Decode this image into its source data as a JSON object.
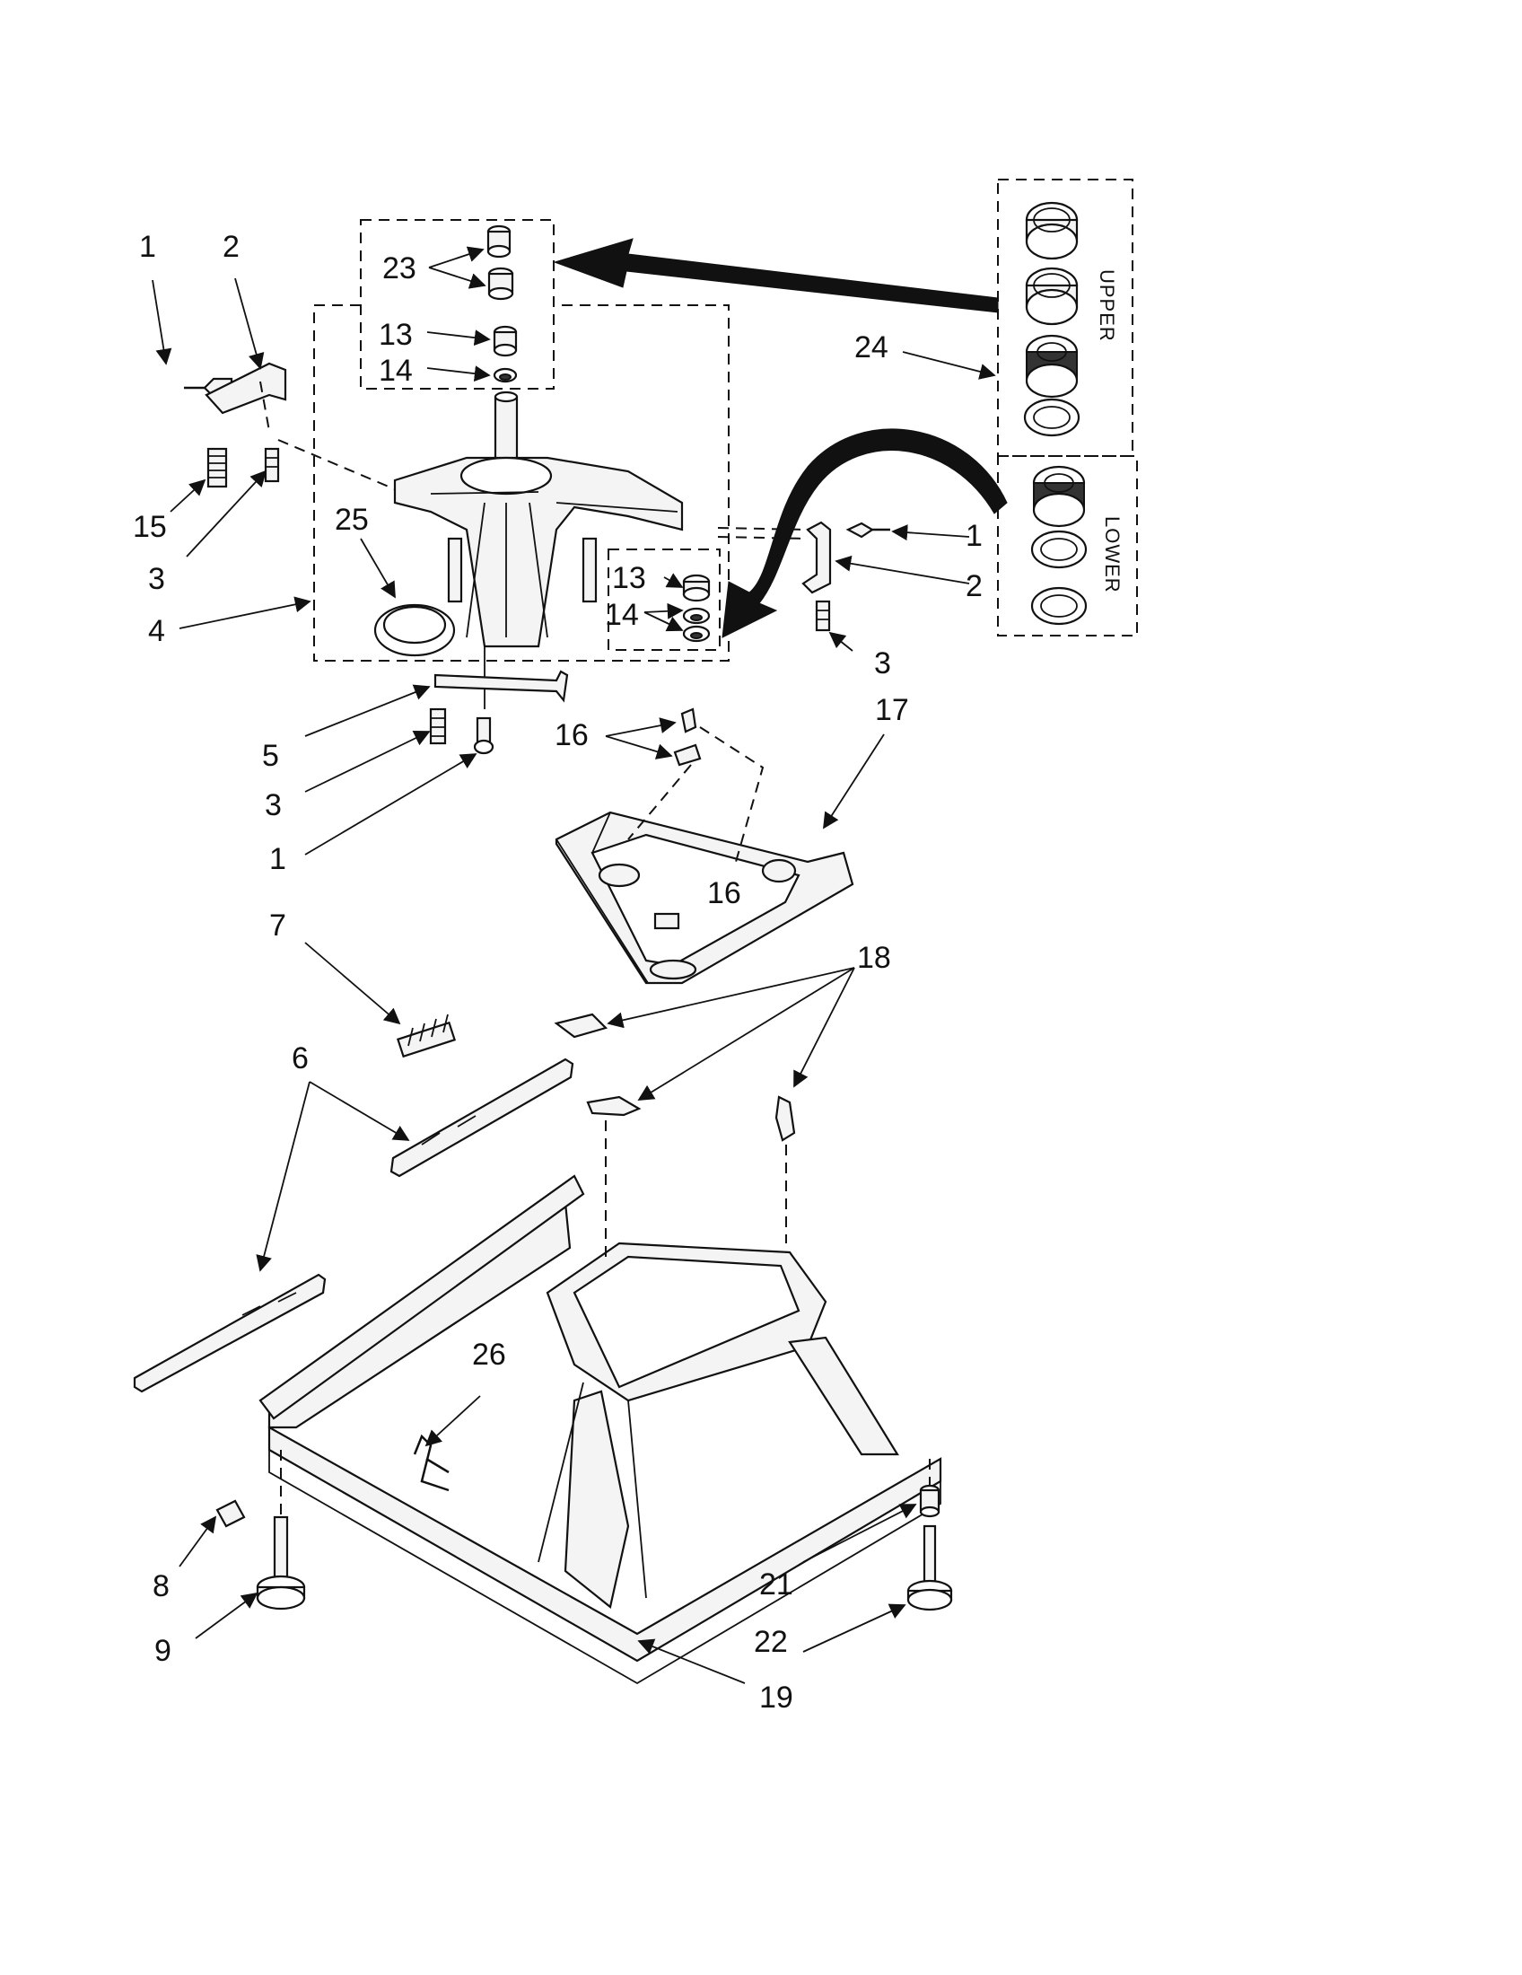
{
  "callouts": [
    {
      "id": "c1a",
      "text": "1"
    },
    {
      "id": "c2a",
      "text": "2"
    },
    {
      "id": "c15",
      "text": "15"
    },
    {
      "id": "c3a",
      "text": "3"
    },
    {
      "id": "c4",
      "text": "4"
    },
    {
      "id": "c25",
      "text": "25"
    },
    {
      "id": "c23",
      "text": "23"
    },
    {
      "id": "c13a",
      "text": "13"
    },
    {
      "id": "c14a",
      "text": "14"
    },
    {
      "id": "c13b",
      "text": "13"
    },
    {
      "id": "c14b",
      "text": "14"
    },
    {
      "id": "c24",
      "text": "24"
    },
    {
      "id": "c1b",
      "text": "1"
    },
    {
      "id": "c2b",
      "text": "2"
    },
    {
      "id": "c3b",
      "text": "3"
    },
    {
      "id": "c5",
      "text": "5"
    },
    {
      "id": "c3c",
      "text": "3"
    },
    {
      "id": "c1c",
      "text": "1"
    },
    {
      "id": "c16a",
      "text": "16"
    },
    {
      "id": "c17",
      "text": "17"
    },
    {
      "id": "c16b",
      "text": "16"
    },
    {
      "id": "c7",
      "text": "7"
    },
    {
      "id": "c18",
      "text": "18"
    },
    {
      "id": "c6",
      "text": "6"
    },
    {
      "id": "c26",
      "text": "26"
    },
    {
      "id": "c8",
      "text": "8"
    },
    {
      "id": "c9",
      "text": "9"
    },
    {
      "id": "c21",
      "text": "21"
    },
    {
      "id": "c22",
      "text": "22"
    },
    {
      "id": "c19",
      "text": "19"
    }
  ],
  "kit_labels": {
    "upper": "UPPER",
    "lower": "LOWER"
  }
}
